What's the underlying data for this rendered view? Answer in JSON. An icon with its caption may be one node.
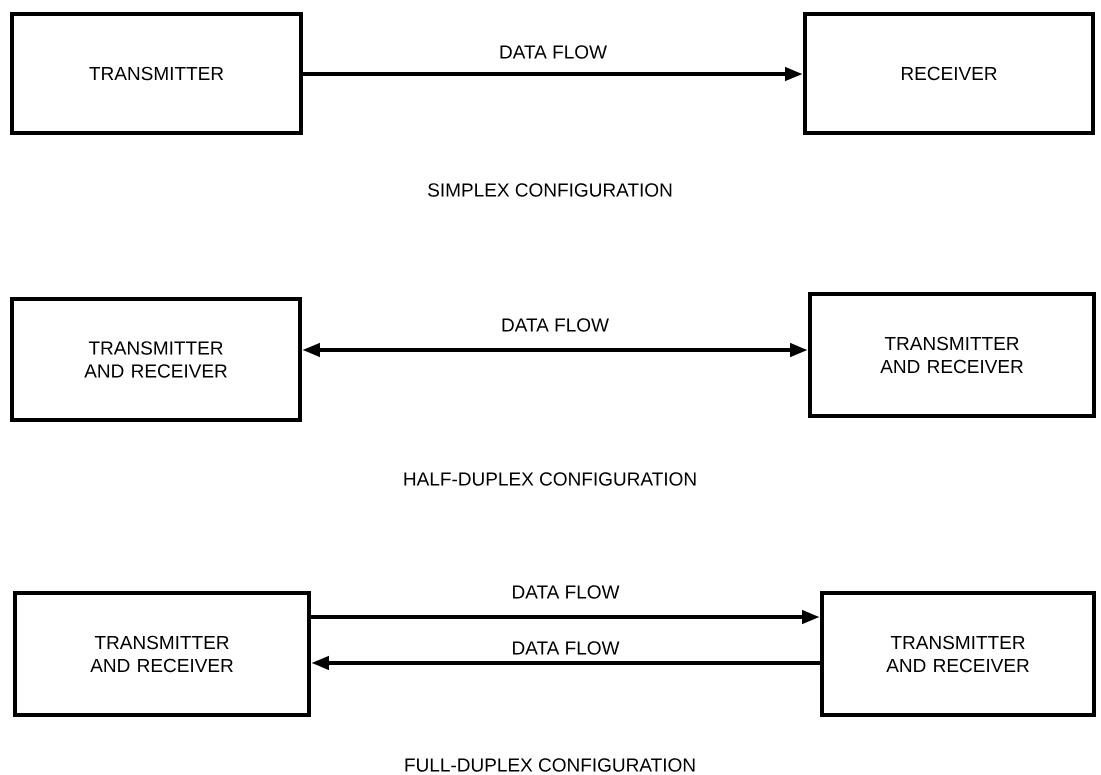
{
  "diagram": {
    "nodes": [
      {
        "text": [
          "TRANSMITTER"
        ]
      },
      {
        "text": [
          "RECEIVER"
        ]
      },
      {
        "text": [
          "TRANSMITTER AND RECEIVER"
        ]
      },
      {
        "text": [
          "TRANSMITTER AND RECEIVER"
        ]
      },
      {
        "text": [
          "TRANSMITTER AND RECEIVER"
        ]
      },
      {
        "text": [
          "TRANSMITTER AND RECEIVER"
        ]
      }
    ],
    "edges": [
      {
        "from": 0,
        "to": 1,
        "arrow": "to",
        "label": "DATA FLOW"
      },
      {
        "from": 2,
        "to": 3,
        "arrow": "both",
        "label": "DATA FLOW"
      },
      {
        "from": 4,
        "to": 5,
        "arrow": "to",
        "label": "DATA FLOW"
      },
      {
        "from": 5,
        "to": 4,
        "arrow": "to",
        "label": "DATA FLOW"
      }
    ],
    "labels": [
      "SIMPLEX CONFIGURATION",
      "HALF-DUPLEX CONFIGURATION",
      "FULL-DUPLEX CONFIGURATION"
    ]
  }
}
